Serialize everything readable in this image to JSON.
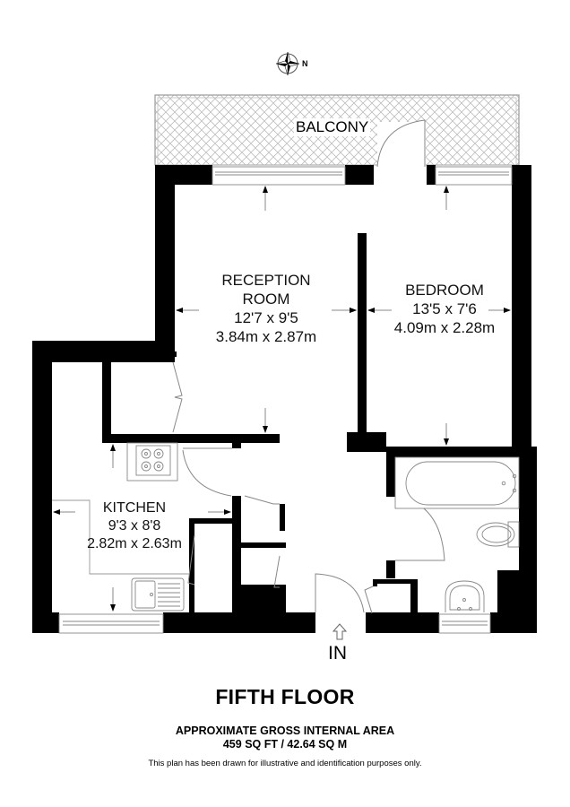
{
  "compass": {
    "icon": "compass-rose-icon",
    "label": "N"
  },
  "balcony": {
    "label": "BALCONY"
  },
  "rooms": [
    {
      "id": "reception",
      "name_line1": "RECEPTION",
      "name_line2": "ROOM",
      "imperial": "12'7 x 9'5",
      "metric": "3.84m x 2.87m"
    },
    {
      "id": "bedroom",
      "name_line1": "BEDROOM",
      "imperial": "13'5 x 7'6",
      "metric": "4.09m x 2.28m"
    },
    {
      "id": "kitchen",
      "name_line1": "KITCHEN",
      "imperial": "9'3 x 8'8",
      "metric": "2.82m x 2.63m"
    }
  ],
  "entrance": {
    "label": "IN",
    "icon": "entrance-arrow-icon"
  },
  "fixtures": [
    "hob-icon",
    "sink-icon",
    "bathtub-icon",
    "toilet-icon",
    "washbasin-icon"
  ],
  "footer": {
    "floor": "FIFTH FLOOR",
    "area_title": "APPROXIMATE GROSS INTERNAL AREA",
    "area_value": "459 SQ FT / 42.64 SQ M",
    "disclaimer": "This plan has been drawn for illustrative and identification purposes only."
  },
  "colors": {
    "wall": "#000000",
    "line": "#8a8a8a",
    "hatch": "#b5b5b5",
    "background": "#ffffff"
  }
}
